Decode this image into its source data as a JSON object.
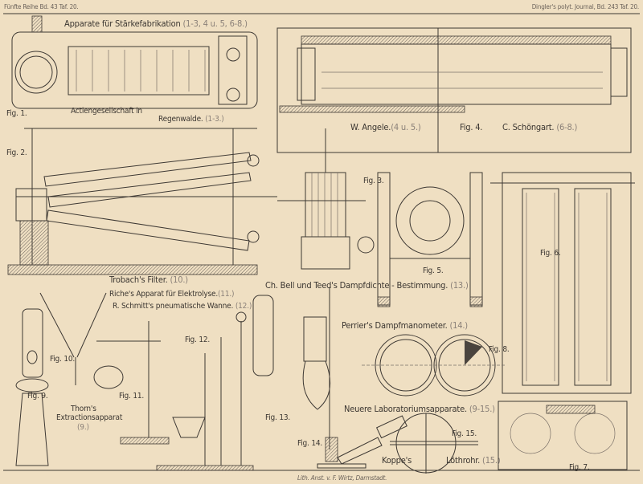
{
  "header": {
    "left": "Fünfte Reihe Bd. 43 Taf. 20.",
    "right": "Dingler's polyt. Journal, Bd. 243 Taf. 20."
  },
  "titles": {
    "starch": "Apparate für Stärkefabrikation",
    "starch_num": "(1-3, 4 u. 5, 6-8.)",
    "actien": "Actiengesellschaft in",
    "regenwalde": "Regenwalde.",
    "regenwalde_num": "(1-3.)",
    "angele": "W. Angele.",
    "angele_num": "(4 u. 5.)",
    "schoengart": "C. Schöngart.",
    "schoengart_num": "(6-8.)",
    "trobach": "Trobach's Filter.",
    "trobach_num": "(10.)",
    "bell": "Ch. Bell und Teed's Dampfdichte - Bestimmung.",
    "bell_num": "(13.)",
    "riche": "Riche's Apparat für Elektrolyse.",
    "riche_num": "(11.)",
    "schmitt": "R. Schmitt's pneumatische Wanne.",
    "schmitt_num": "(12.)",
    "perrier": "Perrier's Dampfmanometer.",
    "perrier_num": "(14.)",
    "thorn1": "Thorn's",
    "thorn2": "Extractionsapparat",
    "thorn_num": "(9.)",
    "neuere": "Neuere Laboratoriumsapparate.",
    "neuere_num": "(9-15.)",
    "koppe": "Koppe's",
    "loethrohr": "Löthrohr.",
    "loethrohr_num": "(15.)"
  },
  "figures": [
    "Fig. 1.",
    "Fig. 2.",
    "Fig. 3.",
    "Fig. 4.",
    "Fig. 5.",
    "Fig. 6.",
    "Fig. 7.",
    "Fig. 8.",
    "Fig. 9.",
    "Fig. 10.",
    "Fig. 11.",
    "Fig. 12.",
    "Fig. 13.",
    "Fig. 14.",
    "Fig. 15."
  ],
  "footer": "Lith. Anst. v. F. Wirtz, Darmstadt."
}
